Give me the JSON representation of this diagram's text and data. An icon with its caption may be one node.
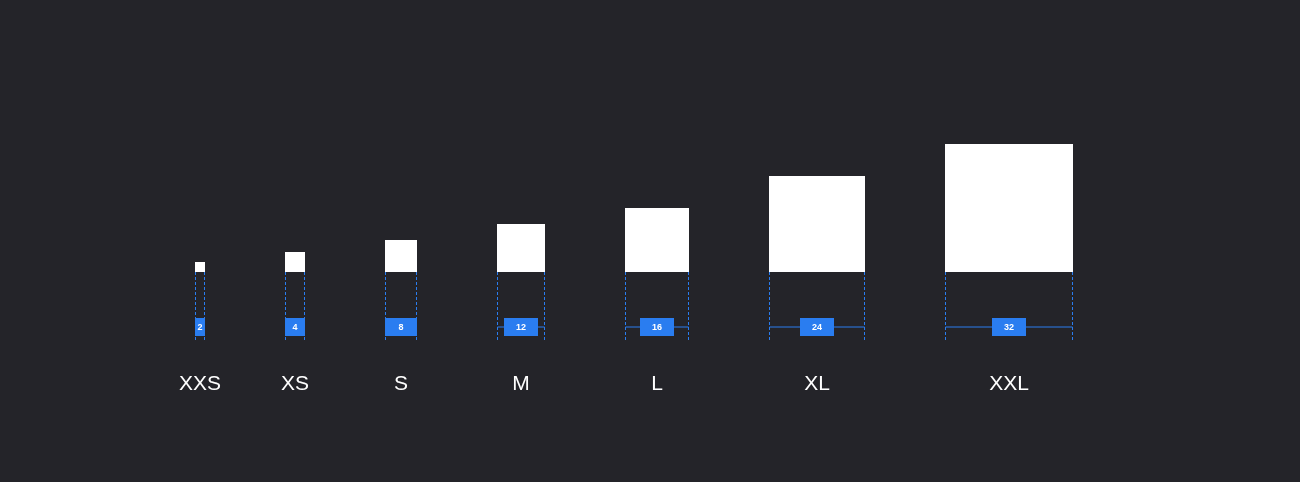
{
  "diagram": {
    "nodes": [
      {
        "text": [],
        "shape": "box"
      },
      {
        "text": [],
        "shape": "box"
      },
      {
        "text": [],
        "shape": "box"
      },
      {
        "text": [],
        "shape": "box"
      },
      {
        "text": [],
        "shape": "box"
      },
      {
        "text": [],
        "shape": "box"
      },
      {
        "text": [],
        "shape": "box"
      }
    ],
    "labels": [
      "2",
      "4",
      "8",
      "12",
      "16",
      "24",
      "32",
      "XXS",
      "XS",
      "S",
      "M",
      "L",
      "XL",
      "XXL"
    ]
  }
}
